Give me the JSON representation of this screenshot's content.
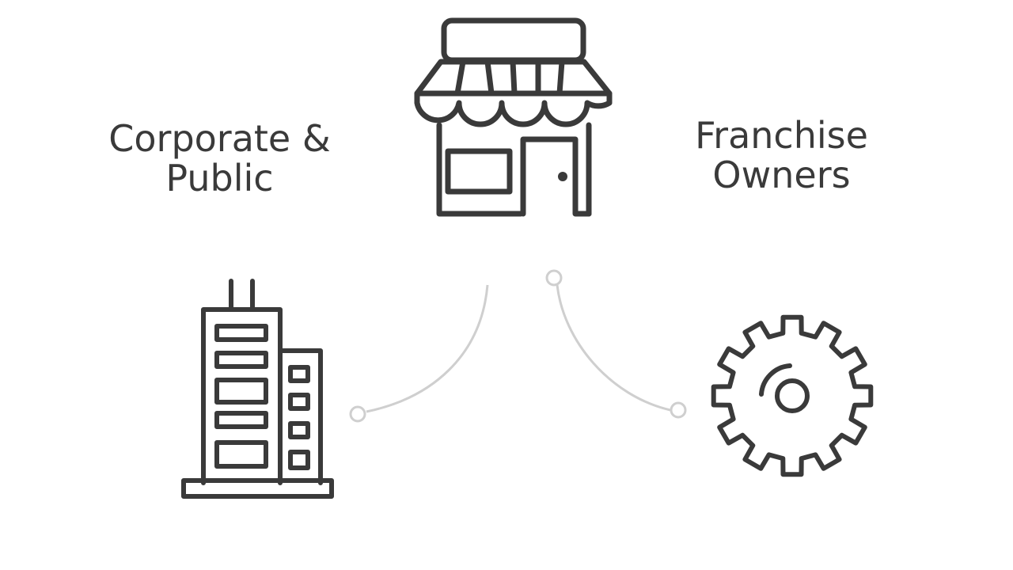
{
  "labels": {
    "corporate_public": {
      "line1": "Corporate &",
      "line2": "Public"
    },
    "franchise_owners": {
      "line1": "Franchise",
      "line2": "Owners"
    }
  },
  "icons": [
    "storefront-icon",
    "office-building-icon",
    "gear-icon"
  ],
  "colors": {
    "icon_stroke": "#3a3a3a",
    "connector": "#cfcfcf",
    "text": "#3a3a3a",
    "background": "#ffffff"
  }
}
